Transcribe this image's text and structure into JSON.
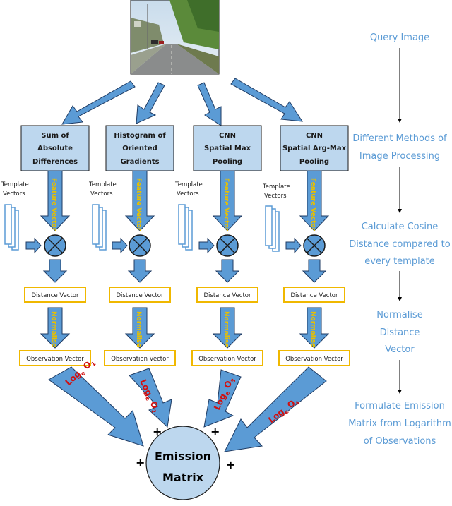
{
  "query_label": "Query Image",
  "methods": [
    {
      "line1": "Sum of",
      "line2": "Absolute",
      "line3": "Differences"
    },
    {
      "line1": "Histogram of",
      "line2": "Oriented",
      "line3": "Gradients"
    },
    {
      "line1": "CNN",
      "line2": "Spatial Max",
      "line3": "Pooling"
    },
    {
      "line1": "CNN",
      "line2": "Spatial Arg-Max",
      "line3": "Pooling"
    }
  ],
  "template_label_1": "Template",
  "template_label_2": "Vectors",
  "feature_vector_label": "Feature Vector",
  "normalise_label": "Normalise",
  "distance_vector_label": "Distance Vector",
  "observation_vector_label": "Observation Vector",
  "log_labels": [
    {
      "base": "Log",
      "sub": "e",
      "o": " O",
      "idx": "1"
    },
    {
      "base": "Log",
      "sub": "e",
      "o": " O",
      "idx": "2"
    },
    {
      "base": "Log",
      "sub": "e",
      "o": " O",
      "idx": "3"
    },
    {
      "base": "Log",
      "sub": "e",
      "o": " O",
      "idx": "4"
    }
  ],
  "plus_sign": "+",
  "emission_line1": "Emission",
  "emission_line2": "Matrix",
  "side_steps": [
    {
      "lines": [
        "Query Image"
      ]
    },
    {
      "lines": [
        "Different Methods of",
        "Image Processing"
      ]
    },
    {
      "lines": [
        "Calculate Cosine",
        "Distance compared to",
        "every template"
      ]
    },
    {
      "lines": [
        "Normalise",
        "Distance",
        "Vector"
      ]
    },
    {
      "lines": [
        "Formulate Emission",
        "Matrix from Logarithm",
        "of Observations"
      ]
    }
  ],
  "colors": {
    "arrow_fill": "#5b9bd5",
    "arrow_stroke": "#1f3b63",
    "box_fill": "#bdd7ee",
    "vector_box_stroke": "#f0b800",
    "side_text": "#5b9bd5",
    "log_text": "#d01010",
    "feature_text": "#e8c000"
  }
}
